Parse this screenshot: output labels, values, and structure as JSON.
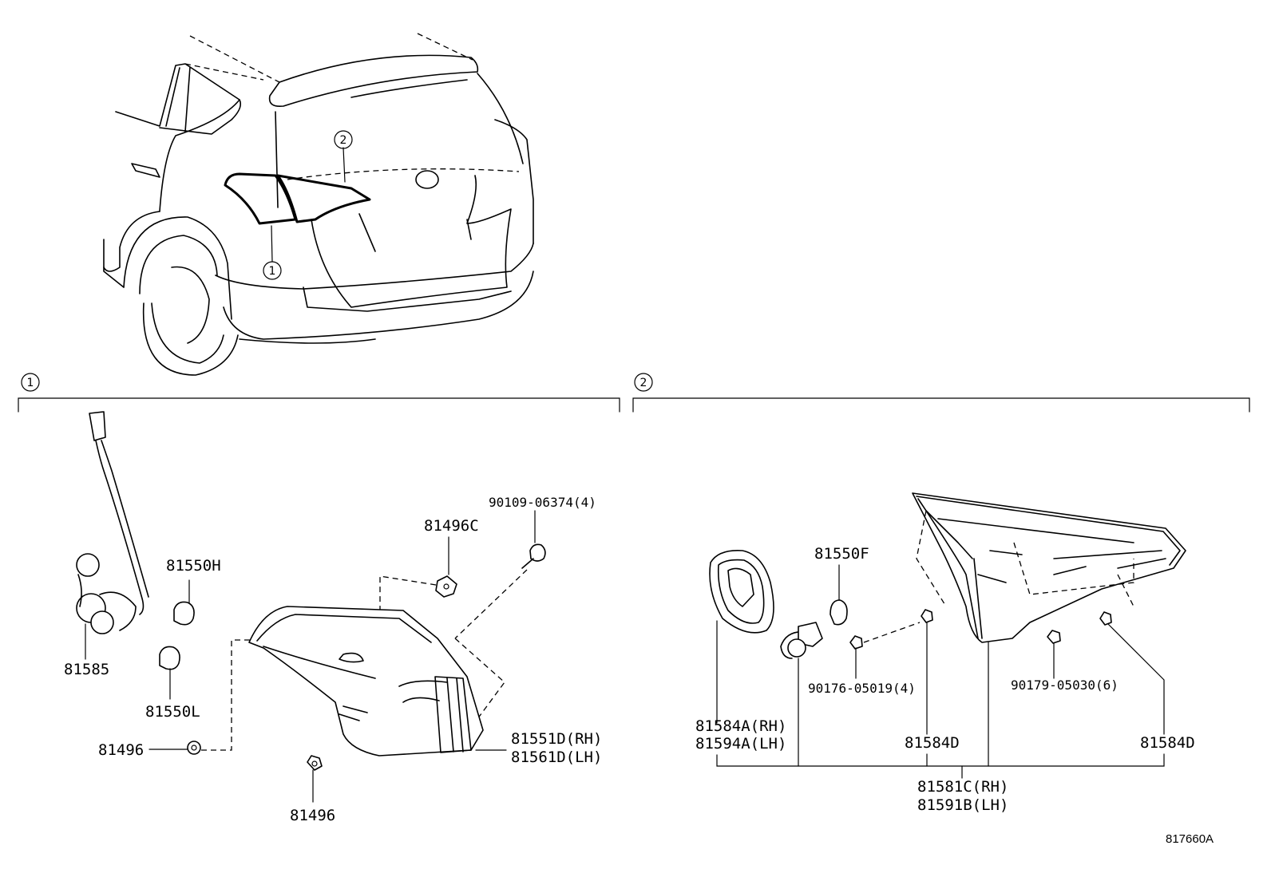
{
  "callouts": {
    "one": "1",
    "two": "2"
  },
  "parts": {
    "p81585": "81585",
    "p81550H": "81550H",
    "p81550L": "81550L",
    "p81496_left": "81496",
    "p81496_bottom": "81496",
    "p81496C": "81496C",
    "p90109": "90109-06374(4)",
    "p81551D": "81551D(RH)",
    "p81561D": "81561D(LH)",
    "p81550F": "81550F",
    "p81584A": "81584A(RH)",
    "p81594A": "81594A(LH)",
    "p90176": "90176-05019(4)",
    "p81584D_mid": "81584D",
    "p90179": "90179-05030(6)",
    "p81584D_right": "81584D",
    "p81581C": "81581C(RH)",
    "p81591B": "81591B(LH)"
  },
  "diagram_code": "817660A"
}
